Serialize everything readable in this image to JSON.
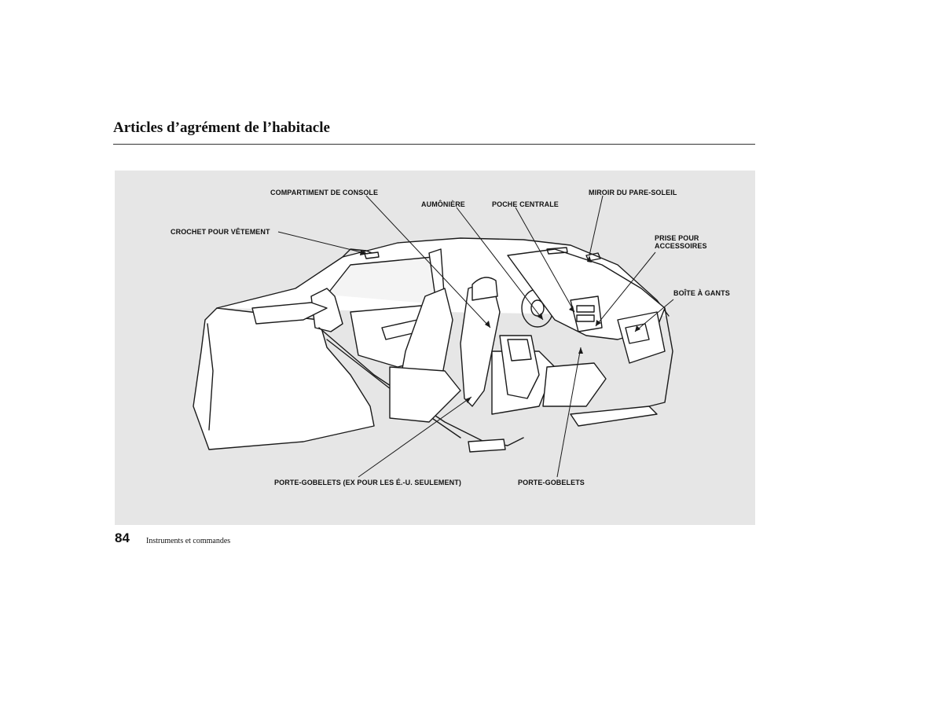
{
  "header": {
    "title": "Articles d’agrément de l’habitacle"
  },
  "figure": {
    "callouts": {
      "console": "COMPARTIMENT DE CONSOLE",
      "coin_pocket": "AUMÔNIÈRE",
      "center_pocket": "POCHE CENTRALE",
      "vanity_mirror": "MIROIR DU PARE-SOLEIL",
      "coat_hook": "CROCHET POUR VÊTEMENT",
      "accessory_socket_line1": "PRISE POUR",
      "accessory_socket_line2": "ACCESSOIRES",
      "glove_box": "BOÎTE À GANTS",
      "rear_cupholders": "PORTE-GOBELETS (EX POUR LES É.-U. SEULEMENT)",
      "front_cupholders": "PORTE-GOBELETS"
    }
  },
  "footer": {
    "page_number": "84",
    "section": "Instruments et commandes"
  }
}
